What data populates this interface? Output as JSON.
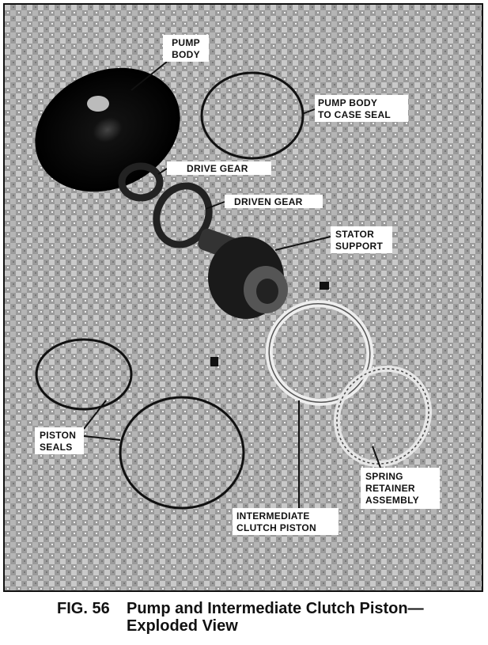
{
  "figure": {
    "labels": {
      "pump_body": [
        "PUMP",
        "BODY"
      ],
      "case_seal": [
        "PUMP BODY",
        "TO CASE SEAL"
      ],
      "drive_gear": [
        "DRIVE GEAR"
      ],
      "driven_gear": [
        "DRIVEN GEAR"
      ],
      "stator_support": [
        "STATOR",
        "SUPPORT"
      ],
      "piston_seals": [
        "PISTON",
        "SEALS"
      ],
      "spring_retainer": [
        "SPRING",
        "RETAINER",
        "ASSEMBLY"
      ],
      "clutch_piston": [
        "INTERMEDIATE",
        "CLUTCH PISTON"
      ]
    },
    "caption": {
      "number": "FIG. 56",
      "title_line1": "Pump and Intermediate Clutch Piston—",
      "title_line2": "Exploded View"
    }
  }
}
